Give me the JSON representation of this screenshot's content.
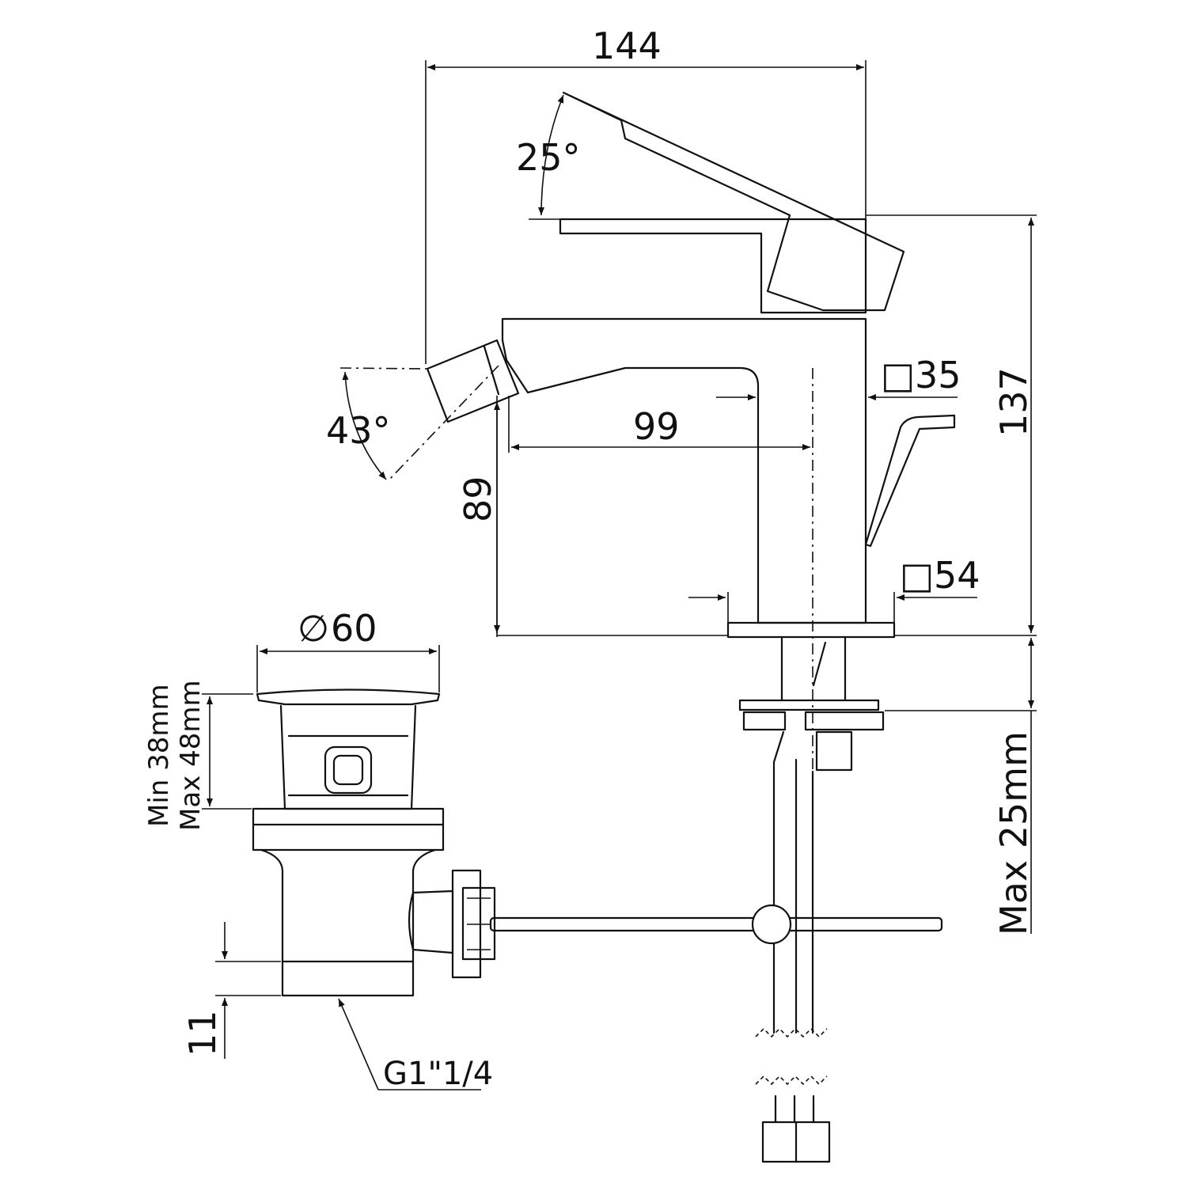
{
  "dimensions": {
    "width_total": "144",
    "lever_angle": "25°",
    "spout_angle": "43°",
    "spout_reach": "99",
    "spout_height": "89",
    "body_height": "137",
    "body_square": "35",
    "base_square": "54",
    "waste_diameter": "60",
    "popup_range_min": "Min 38mm",
    "popup_range_max": "Max 48mm",
    "deck_thickness": "Max 25mm",
    "thread_length": "11",
    "thread_spec": "G1\"1/4"
  },
  "symbols": {
    "square": "□",
    "diameter": "∅"
  }
}
